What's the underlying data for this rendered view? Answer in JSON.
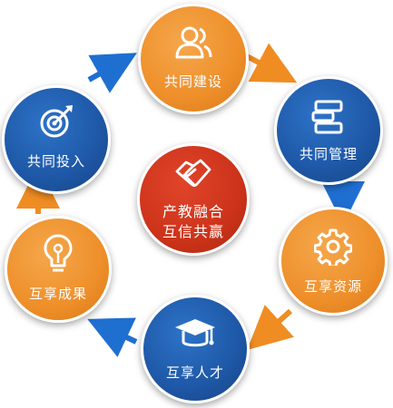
{
  "nodes": {
    "co_build": {
      "label": "共同建设",
      "icon": "user-group-icon"
    },
    "co_manage": {
      "label": "共同管理",
      "icon": "flowchart-icon"
    },
    "share_res": {
      "label": "互享资源",
      "icon": "gear-icon"
    },
    "share_talent": {
      "label": "互享人才",
      "icon": "graduation-cap-icon"
    },
    "share_result": {
      "label": "互享成果",
      "icon": "lightbulb-icon"
    },
    "co_invest": {
      "label": "共同投入",
      "icon": "target-icon"
    }
  },
  "center": {
    "line1": "产教融合",
    "line2": "互信共赢",
    "icon": "handshake-icon"
  },
  "colors": {
    "blue": "#1e57a6",
    "orange": "#ee8f2a",
    "red": "#cc331a",
    "arrow_blue": "#1f6fd1",
    "arrow_orange": "#ef8d23"
  }
}
